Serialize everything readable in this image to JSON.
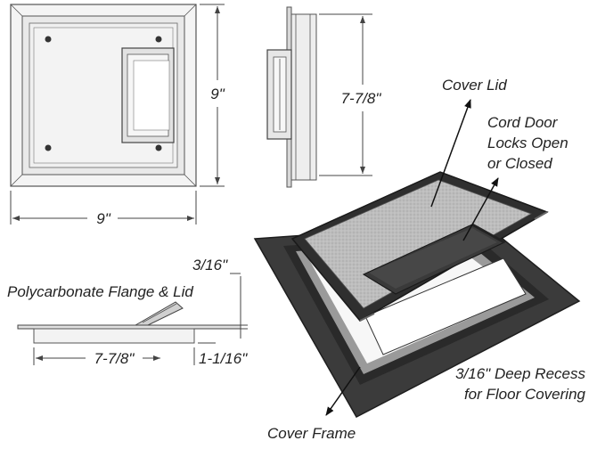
{
  "top_view": {
    "width_label": "9\"",
    "height_label": "9\""
  },
  "side_view": {
    "height_label": "7-7/8\""
  },
  "profile_view": {
    "caption": "Polycarbonate Flange & Lid",
    "flange_label": "3/16\"",
    "width_label": "7-7/8\"",
    "depth_label": "1-1/16\""
  },
  "iso_view": {
    "cover_lid": "Cover Lid",
    "cord_door_lines": [
      "Cord Door",
      "Locks Open",
      "or Closed"
    ],
    "recess_lines": [
      "3/16\" Deep Recess",
      "for Floor Covering"
    ],
    "cover_frame": "Cover Frame"
  },
  "colors": {
    "frame_dark": "#3a3a3a",
    "lid_gray": "#b9b9b9",
    "line": "#444444"
  }
}
